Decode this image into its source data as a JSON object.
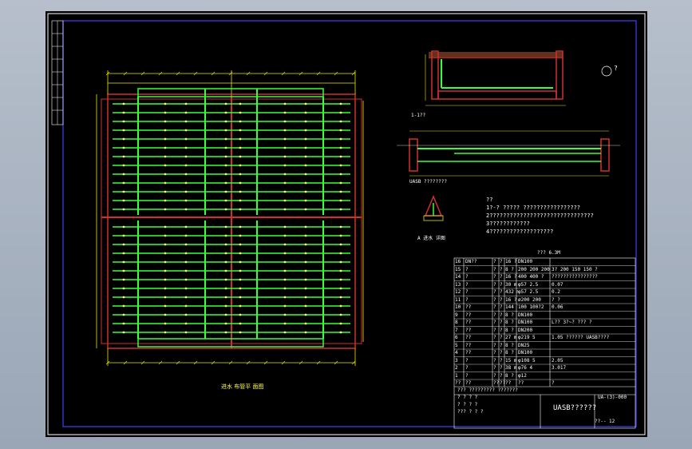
{
  "drawing": {
    "plan_title": "进水 布管平 面图",
    "section_title": "1-1??",
    "detail_title": "UASB ????????",
    "detail2_title": "A 进水 详图",
    "scale_note": "??? 6.3M",
    "circle_label": "?",
    "notes": [
      "??",
      "1?-? ????? ?????????????????",
      "2???????????????????????????????",
      "3????????????",
      "4???????????????????"
    ],
    "title_main": "UASB??????",
    "drawing_no": "UA-(3)-000",
    "sheet_no": "??-- 12",
    "title_block_left": [
      "??? ????????? ???????",
      "? ? ? ?",
      "? ? ? ?",
      "??? ? ? ?"
    ],
    "table_rows": [
      [
        "16",
        "DN??",
        "?",
        "?",
        "16 ?",
        "DN100",
        ""
      ],
      [
        "15",
        "?",
        "?",
        "?",
        "8 ?",
        "200 200 200",
        "3? 200 150 150 ?"
      ],
      [
        "14",
        "?",
        "?",
        "?",
        "16 ?",
        "400 400 ?",
        "????????????????"
      ],
      [
        "13",
        "?",
        "?",
        "?",
        "30 m",
        "φ57 2.5",
        "0.07"
      ],
      [
        "12",
        "?",
        "?",
        "?",
        "432 m",
        "φ57 2.5",
        "0.2"
      ],
      [
        "11",
        "?",
        "?",
        "?",
        "16 ?",
        "ø200 200",
        "? ?"
      ],
      [
        "10",
        "??",
        "?",
        "?",
        "144 ?",
        "100 100?2",
        "0.06"
      ],
      [
        "9",
        "??",
        "?",
        "?",
        "8 ?",
        "DN100",
        ""
      ],
      [
        "8",
        "??",
        "?",
        "?",
        "8 ?",
        "DN100",
        "L?? 3?~? ??? ?"
      ],
      [
        "7",
        "??",
        "?",
        "?",
        "8 ?",
        "DN200",
        ""
      ],
      [
        "6",
        "??",
        "?",
        "?",
        "27 m",
        "φ219 5",
        "1.05 ?????? UASB????"
      ],
      [
        "5",
        "??",
        "?",
        "?",
        "8 ?",
        "DN25",
        ""
      ],
      [
        "4",
        "??",
        "?",
        "?",
        "8 ?",
        "DN100",
        ""
      ],
      [
        "3",
        "?",
        "?",
        "?",
        "15 m",
        "φ108 5",
        "2.05"
      ],
      [
        "2",
        "?",
        "?",
        "?",
        "38 m",
        "φ76 4",
        "3.017"
      ],
      [
        "1",
        "?",
        "?",
        "?",
        "8 ?",
        "φ12",
        ""
      ],
      [
        "??",
        "??",
        "??",
        "??",
        "??",
        "??",
        "?"
      ]
    ]
  }
}
